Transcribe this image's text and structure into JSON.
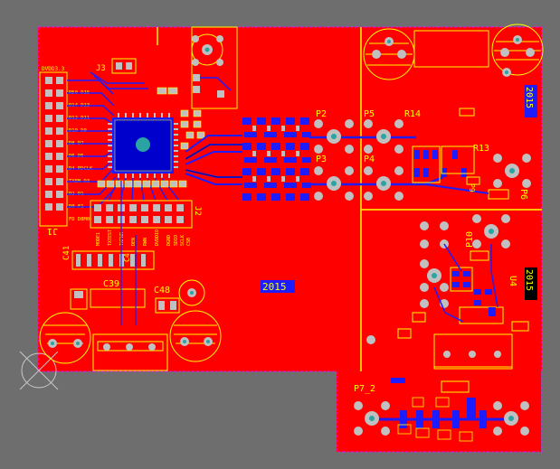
{
  "colors": {
    "canvas": "#6e6e6e",
    "copper_top": "#ff0000",
    "copper_bottom": "#1c1cff",
    "silkscreen": "#ffff00",
    "pad": "#c0c0c0",
    "via_hole": "#2aa3a3",
    "outline": "#ff00ff"
  },
  "designators": {
    "j1": "J1",
    "j2": "J2",
    "j3": "J3",
    "p2": "P2",
    "p3": "P3",
    "p4": "P4",
    "p5": "P5",
    "p6": "P6",
    "p7_2": "P7_2",
    "p9": "P9",
    "p10": "P10",
    "r13": "R13",
    "r14": "R14",
    "u4": "U4",
    "c39": "C39",
    "c41": "C41",
    "c48": "C48",
    "year_center": "2015",
    "year_right_top": "2015",
    "year_right_mid": "2015"
  },
  "j1_pin_labels": [
    "R50 D15",
    "D14 D13",
    "D12 D11",
    "D10 D9",
    "D8 D7",
    "D6 D5",
    "D4 RDCLK",
    "TXEN D3",
    "D2 D1",
    "D0 F1",
    "FD D8M0"
  ],
  "j2_pin_labels": [
    "MODE1",
    "TXTEST",
    "TXPWR",
    "DEN",
    "RWN",
    "DVDDIO",
    "DGND",
    "SDIO",
    "SCLK",
    "CSB"
  ],
  "j1_header_label": "DVDD3.3",
  "c41_subtext": "C4"
}
